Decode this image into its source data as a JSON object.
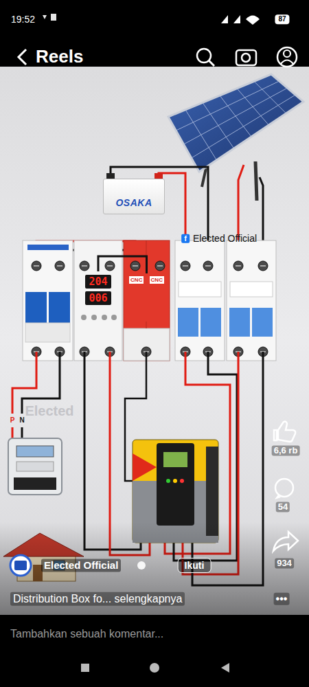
{
  "diagram": {
    "title": "Reels",
    "nodes": [
      {
        "text": [
          "OSAKA"
        ]
      },
      {
        "text": [
          "204",
          "006"
        ]
      },
      {
        "text": [
          "CNC",
          "CNC"
        ]
      },
      {
        "text": [
          "Tambahkan sebuah komentar..."
        ]
      }
    ],
    "edges": [
      {
        "from": 1,
        "to": 2,
        "arrow": "none"
      }
    ],
    "labels": [
      "19:52",
      "87",
      "f",
      "Elected Official",
      "P",
      "N",
      "Elected",
      "6,6 rb",
      "54",
      "934",
      "Elected Official",
      "Ikuti",
      "Distribution Box fo... selengkapnya",
      "•••"
    ]
  }
}
